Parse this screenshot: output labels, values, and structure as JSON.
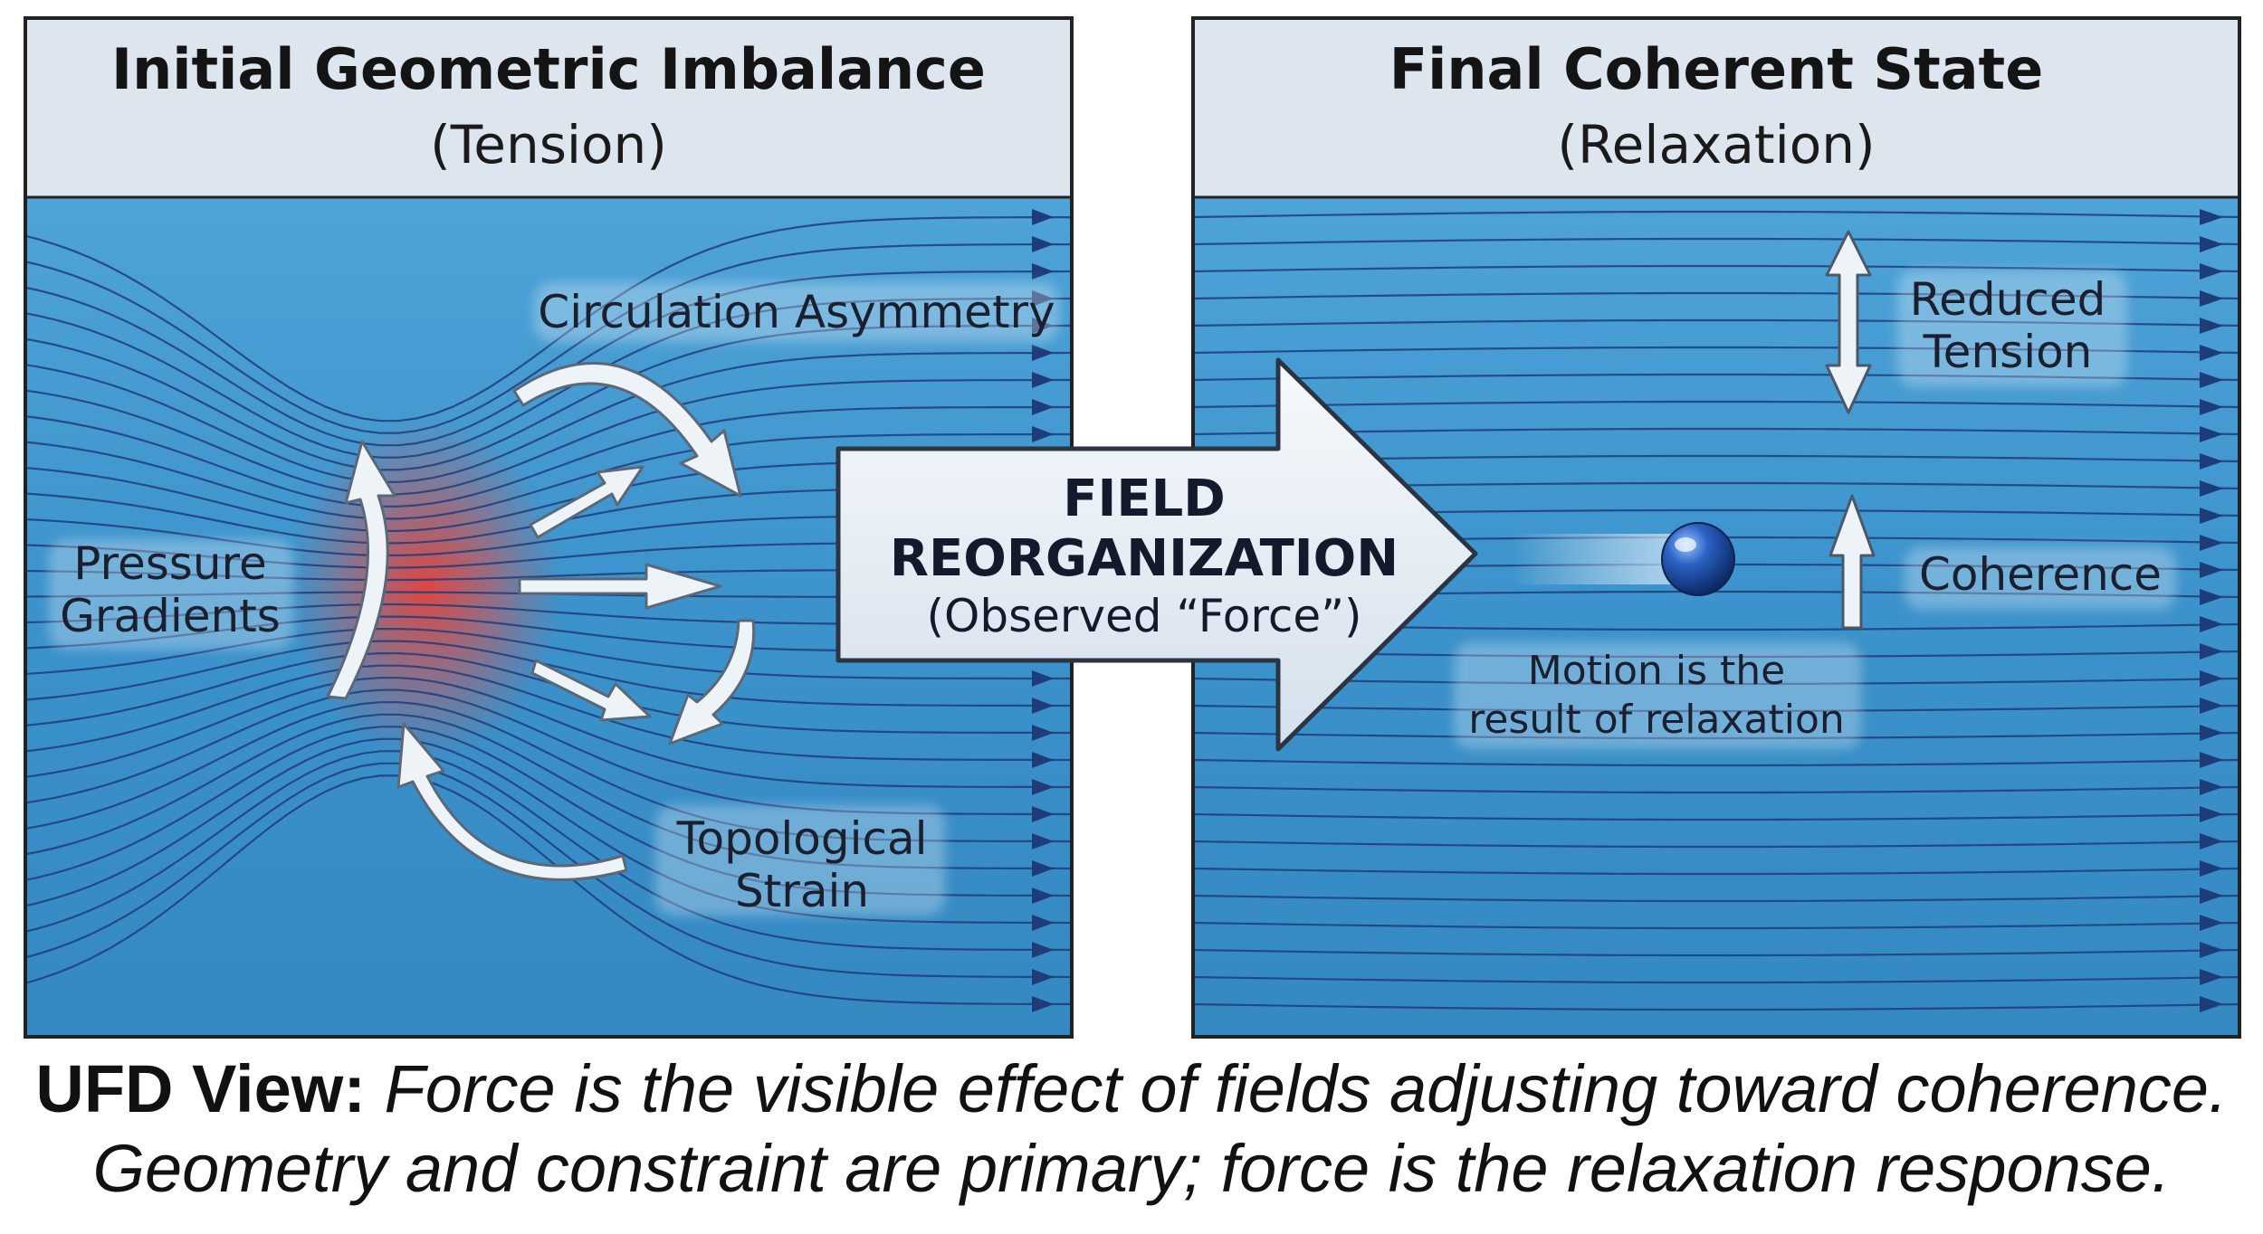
{
  "left_panel": {
    "title": "Initial Geometric Imbalance",
    "subtitle": "(Tension)",
    "labels": {
      "circulation": "Circulation Asymmetry",
      "pressure_line1": "Pressure",
      "pressure_line2": "Gradients",
      "topological_line1": "Topological",
      "topological_line2": "Strain"
    }
  },
  "right_panel": {
    "title": "Final Coherent State",
    "subtitle": "(Relaxation)",
    "labels": {
      "reduced_line1": "Reduced",
      "reduced_line2": "Tension",
      "coherence": "Coherence",
      "motion_line1": "Motion is the",
      "motion_line2": "result of relaxation"
    }
  },
  "center_arrow": {
    "line1": "FIELD",
    "line2": "REORGANIZATION",
    "line3": "(Observed “Force”)"
  },
  "caption": {
    "lead": "UFD View:",
    "line1_rest": "Force is the visible effect of fields adjusting toward coherence.",
    "line2": "Geometry and constraint are primary; force is the relaxation response."
  },
  "colors": {
    "field_blue": "#3d93cc",
    "field_blue_light": "#5fb0de",
    "streamline": "#1e3d78",
    "header_fill": "#dde6ee",
    "hotspot_red": "#e0403a",
    "arrow_fill": "#eef3f8",
    "particle": "#1f4fa8"
  }
}
